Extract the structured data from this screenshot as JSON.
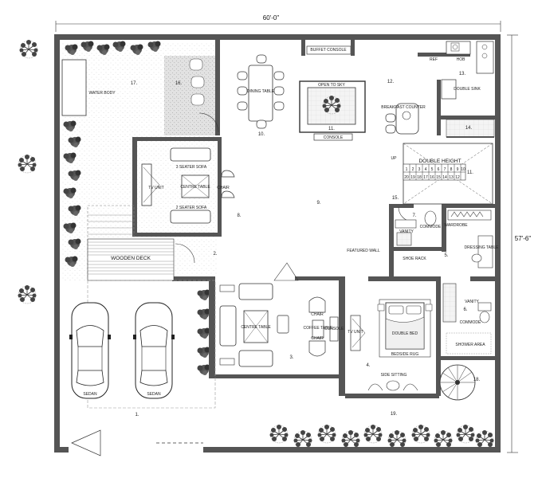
{
  "dimensions": {
    "width": "60'-0\"",
    "height": "57'-6\""
  },
  "labels": {
    "buffet_console": "BUFFET CONSOLE",
    "ref": "REF",
    "hob": "HOB",
    "double_sink": "DOUBLE SINK",
    "open_to_sky": "OPEN TO SKY",
    "console": "CONSOLE",
    "dining_table": "DINING TABLE",
    "breakfast_counter": "BREAKFAST COUNTER",
    "water_body": "WATER BODY",
    "seater3": "3 SEATER SOFA",
    "seater2": "2 SEATER SOFA",
    "centre_table": "CENTRE TABLE",
    "tv_unit": "TV UNIT",
    "chair": "CHAIR",
    "double_height": "DOUBLE HEIGHT",
    "up": "UP",
    "wooden_deck": "WOODEN DECK",
    "vanity": "VANITY",
    "commode": "COMMODE",
    "wardrobe": "WARDROBE",
    "dressing_table": "DRESSING TABLE",
    "shoe_rack": "SHOE RACK",
    "featured_wall": "FEATURED WALL",
    "coffee_table": "COFFEE TABLE",
    "double_bed": "DOUBLE BED",
    "bedside_rug": "BEDSIDE RUG",
    "side_sitting": "SIDE SITTING",
    "shower_area": "SHOWER AREA",
    "sedan": "SEDAN"
  },
  "room_numbers": {
    "r1": "1.",
    "r2": "2.",
    "r3": "3.",
    "r4": "4.",
    "r5": "5.",
    "r6": "6.",
    "r7": "7.",
    "r8": "8.",
    "r9": "9.",
    "r10": "10.",
    "r11": "11.",
    "r12": "12.",
    "r13": "13.",
    "r14": "14.",
    "r15": "15.",
    "r16": "16.",
    "r17": "17.",
    "r18": "18.",
    "r19": "19."
  },
  "stair_steps_top": [
    "1",
    "2",
    "3",
    "4",
    "5",
    "6",
    "7",
    "8",
    "9",
    "10"
  ],
  "stair_steps_bottom": [
    "20",
    "19",
    "18",
    "17",
    "16",
    "15",
    "14",
    "13",
    "12"
  ],
  "stair_number": "11."
}
